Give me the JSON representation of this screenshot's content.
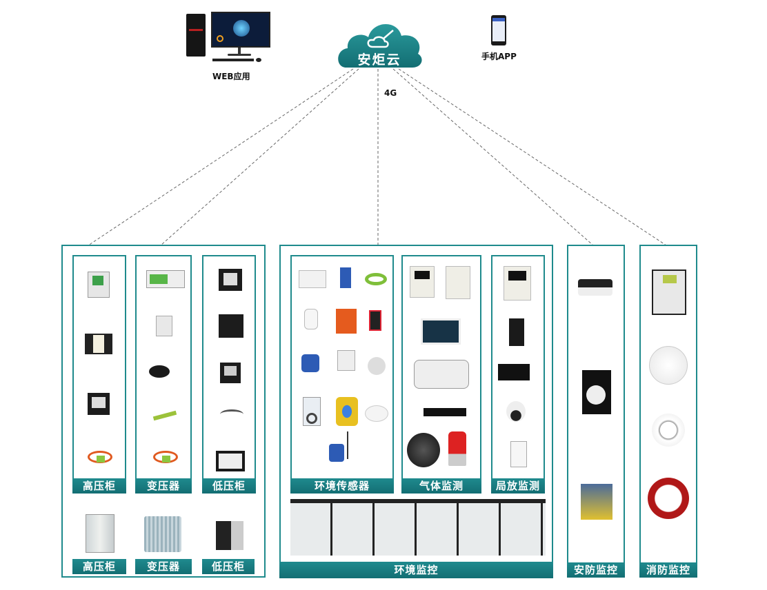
{
  "top": {
    "cloud_label": "安炬云",
    "web_label": "WEB应用",
    "app_label": "手机APP",
    "link_label": "4G"
  },
  "colors": {
    "accent": "#1e8a8c",
    "bar": "#136e73",
    "dash": "#666666"
  },
  "panels": {
    "power": {
      "groups": [
        {
          "label": "高压柜",
          "devices": [
            "protection-relay",
            "switch-status-indicator",
            "power-meter",
            "wireless-temp-sensor-ring"
          ]
        },
        {
          "label": "变压器",
          "devices": [
            "temperature-controller",
            "energy-meter",
            "temperature-probe",
            "cable-tie-sensor",
            "wireless-temp-sensor-ring"
          ]
        },
        {
          "label": "低压柜",
          "devices": [
            "multifunction-meter",
            "meter-with-display",
            "power-analyzer",
            "wiring-sensor",
            "display-panel"
          ]
        }
      ],
      "cabinets": [
        {
          "label": "高压柜",
          "image": "high-voltage-cabinet"
        },
        {
          "label": "变压器",
          "image": "transformer"
        },
        {
          "label": "低压柜",
          "image": "low-voltage-cabinet"
        }
      ]
    },
    "environment": {
      "groups": [
        {
          "label": "环境传感器",
          "devices": [
            "din-rail-module",
            "water-sensor",
            "leak-belt",
            "temp-humidity-sensor",
            "heater-pad",
            "controller",
            "smoke-detector",
            "wireless-sensor",
            "door-sensor",
            "dehumidifier",
            "gas-detector",
            "smoke-alarm",
            "wireless-gateway"
          ]
        },
        {
          "label": "气体监测",
          "devices": [
            "gas-panel",
            "alarm-panel",
            "display-controller",
            "data-collector",
            "sensor-bar",
            "exhaust-fan",
            "alarm-light"
          ]
        },
        {
          "label": "局放监测",
          "devices": [
            "pd-panel",
            "pd-gateway",
            "pd-collector",
            "ptz-camera",
            "pd-sensor"
          ]
        }
      ],
      "footer_label": "环境监控",
      "switchgear_count": 6
    },
    "security": {
      "label": "安防监控",
      "devices": [
        "bullet-camera",
        "wifi-camera",
        "dome-camera"
      ]
    },
    "fire": {
      "label": "消防监控",
      "devices": [
        "fire-alarm-panel",
        "smoke-detector",
        "heat-detector",
        "explosion-proof-detector"
      ]
    }
  }
}
